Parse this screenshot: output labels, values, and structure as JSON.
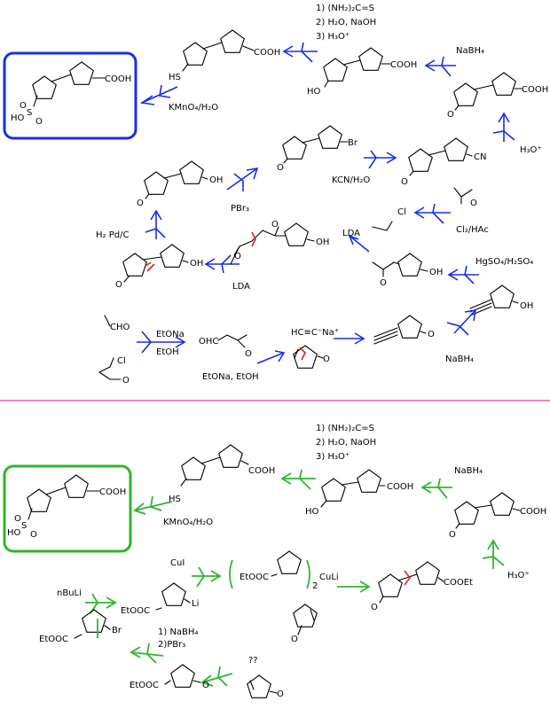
{
  "colors": {
    "route1_arrow": "#1a2ee6",
    "route2_arrow": "#2fb52f",
    "divider": "#d23fb0",
    "bond_cut": "#e02020",
    "frame1": "#1a2ee6",
    "frame2": "#2fb52f"
  },
  "route1": {
    "target": {
      "cooh": "COOH",
      "sulfonic_o1": "O",
      "sulfonic_s": "S",
      "sulfonic_o2": "O",
      "sulfonic_ho": "HO"
    },
    "thiol": {
      "hs": "HS",
      "cooh": "COOH"
    },
    "oxidation": "KMnO₄/H₂O",
    "thiourea_steps": [
      "1) (NH₂)₂C=S",
      "2) H₂O, NaOH",
      "3) H₃O⁺"
    ],
    "alcohol": {
      "ho": "HO",
      "cooh": "COOH"
    },
    "nabh4_top": "NaBH₄",
    "ketoacid": {
      "o": "O",
      "cooh": "COOH"
    },
    "h3o": "H₃O⁺",
    "bromide": {
      "o": "O",
      "br": "Br"
    },
    "nitrile": {
      "o": "O",
      "cn": "CN"
    },
    "kcn": "KCN/H₂O",
    "pbr3": "PBr₃",
    "sat_alcohol": {
      "o": "O",
      "oh": "OH"
    },
    "chloroacetone_top": {
      "cl": "Cl",
      "o": "O"
    },
    "cl2hac": "Cl₂/HAc",
    "h2pdc": "H₂ Pd/C",
    "enone": {
      "o": "O",
      "oh": "OH"
    },
    "diketone": {
      "o1": "O",
      "o2": "O",
      "oh": "OH"
    },
    "lda1": "LDA",
    "lda2": "LDA",
    "methylketone": {
      "o": "O",
      "oh": "OH"
    },
    "hgso4": "HgSO₄/H₂SO₄",
    "alkyne_alcohol": {
      "oh": "OH"
    },
    "acetaldehyde": {
      "cho": "CHO"
    },
    "chloroacetone_bottom": {
      "cl": "Cl",
      "o": "O"
    },
    "etona": "EtONa",
    "etoh": "EtOH",
    "ketoaldehyde": {
      "ohc": "OHC",
      "o": "O"
    },
    "cyclopentenone": {
      "o": "O"
    },
    "etona_etoh": "EtONa, EtOH",
    "acetylide": "HC≡C⁻Na⁺",
    "alkyne_ketone": {
      "o": "O"
    },
    "nabh4_bottom": "NaBH₄"
  },
  "route2": {
    "target": {
      "cooh": "COOH",
      "sulfonic_o1": "O",
      "sulfonic_s": "S",
      "sulfonic_o2": "O",
      "sulfonic_ho": "HO"
    },
    "thiol": {
      "hs": "HS",
      "cooh": "COOH"
    },
    "oxidation": "KMnO₄/H₂O",
    "thiourea_steps": [
      "1) (NH₂)₂C=S",
      "2) H₂O, NaOH",
      "3) H₃O⁺"
    ],
    "alcohol": {
      "ho": "HO",
      "cooh": "COOH"
    },
    "nabh4": "NaBH₄",
    "ketoacid": {
      "o": "O",
      "cooh": "COOH"
    },
    "h3o": "H₃O⁺",
    "cui": "CuI",
    "nbuli": "nBuLi",
    "organolithium": {
      "etooc": "EtOOC",
      "li": "Li"
    },
    "cuprate": {
      "etooc": "EtOOC",
      "sub2": "2",
      "culi": "CuLi"
    },
    "cyclopentenone": {
      "o": "O"
    },
    "ketoester": {
      "o": "O",
      "cooet": "COOEt"
    },
    "bromoester": {
      "etooc": "EtOOC",
      "br": "Br"
    },
    "steps_nabh4_pbr3": [
      "1) NaBH₄",
      "2)PBr₃"
    ],
    "unknown": "??",
    "ketoester2": {
      "etooc": "EtOOC",
      "o": "O"
    },
    "cyclopentenone2": {
      "o": "O"
    }
  }
}
